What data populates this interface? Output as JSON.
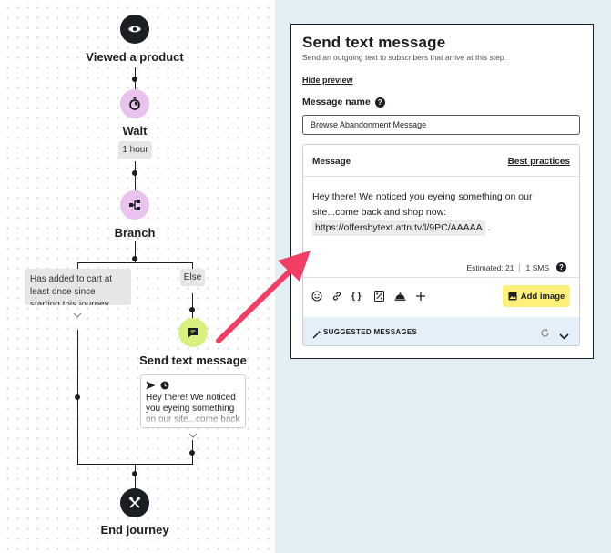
{
  "flow": {
    "viewed_product": "Viewed a product",
    "wait": "Wait",
    "wait_duration": "1 hour",
    "branch": "Branch",
    "branch_condition": "Has added to cart at least once since starting this journey",
    "branch_else": "Else",
    "send_text": "Send text message",
    "preview_text": "Hey there! We noticed you eyeing something on our site...come back and",
    "end_journey": "End journey"
  },
  "panel": {
    "title": "Send text message",
    "subtitle": "Send an outgoing text to subscribers that arrive at this step.",
    "hide_preview": "Hide preview",
    "message_name_label": "Message name",
    "message_name_value": "Browse Abandonment Message",
    "message_label": "Message",
    "best_practices": "Best practices",
    "message_text": "Hey there! We noticed you eyeing something on our site...come back and shop now:",
    "message_link": "https://offersbytext.attn.tv/l/9PC/AAAAA",
    "message_after_link": ".",
    "estimated": "Estimated: 21",
    "sms_count": "1 SMS",
    "add_image": "Add image",
    "suggested": "SUGGESTED MESSAGES",
    "help_glyph": "?"
  },
  "icons": {
    "toolbar": [
      "emoji-icon",
      "link-icon",
      "braces-icon",
      "percent-icon",
      "concierge-bell-icon",
      "plus-icon"
    ]
  },
  "colors": {
    "accent_arrow": "#f23d64",
    "wait_node": "#e9c2ee",
    "send_node": "#d7f07e",
    "add_image_button": "#fef07a",
    "suggested_bar": "#e4eff8"
  }
}
